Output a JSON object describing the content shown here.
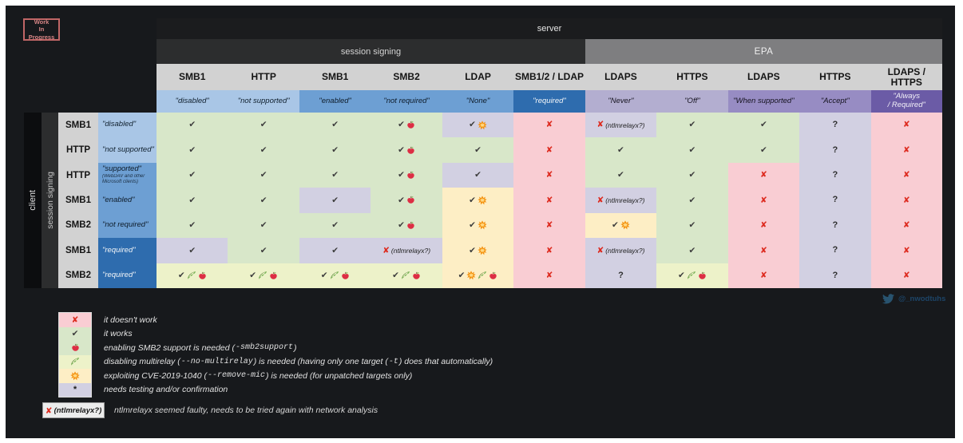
{
  "wip": {
    "label": "Work\nIn\nProgress"
  },
  "table": {
    "server_label": "server",
    "session_signing_label": "session signing",
    "epa_label": "EPA",
    "client_label": "client",
    "client_signing_label": "session signing",
    "columns": [
      {
        "protocol": "SMB1",
        "setting": "\"disabled\"",
        "tone": "blue-light"
      },
      {
        "protocol": "HTTP",
        "setting": "\"not supported\"",
        "tone": "blue-light"
      },
      {
        "protocol": "SMB1",
        "setting": "\"enabled\"",
        "tone": "blue-mid"
      },
      {
        "protocol": "SMB2",
        "setting": "\"not required\"",
        "tone": "blue-mid"
      },
      {
        "protocol": "LDAP",
        "setting": "\"None\"",
        "tone": "blue-mid"
      },
      {
        "protocol": "SMB1/2 / LDAP",
        "setting": "\"required\"",
        "tone": "blue-dark"
      },
      {
        "protocol": "LDAPS",
        "setting": "\"Never\"",
        "tone": "purple-light"
      },
      {
        "protocol": "HTTPS",
        "setting": "\"Off\"",
        "tone": "purple-light"
      },
      {
        "protocol": "LDAPS",
        "setting": "\"When supported\"",
        "tone": "purple-mid"
      },
      {
        "protocol": "HTTPS",
        "setting": "\"Accept\"",
        "tone": "purple-mid"
      },
      {
        "protocol": "LDAPS / HTTPS",
        "setting": "\"Always\n/ Required\"",
        "tone": "purple-dark"
      }
    ],
    "rows": [
      {
        "protocol": "SMB1",
        "setting": "\"disabled\"",
        "tone": "blue-light",
        "cells": [
          {
            "bg": "green",
            "sym": [
              "check"
            ]
          },
          {
            "bg": "green",
            "sym": [
              "check"
            ]
          },
          {
            "bg": "green",
            "sym": [
              "check"
            ]
          },
          {
            "bg": "green",
            "sym": [
              "check",
              "apple"
            ]
          },
          {
            "bg": "lavender",
            "sym": [
              "check",
              "boom"
            ]
          },
          {
            "bg": "pink",
            "sym": [
              "cross"
            ]
          },
          {
            "bg": "lavender",
            "sym": [
              "cross"
            ],
            "label": "(ntlmrelayx?)"
          },
          {
            "bg": "green",
            "sym": [
              "check"
            ]
          },
          {
            "bg": "green",
            "sym": [
              "check"
            ]
          },
          {
            "bg": "lavender",
            "sym": [
              "question"
            ]
          },
          {
            "bg": "pink",
            "sym": [
              "cross"
            ]
          }
        ]
      },
      {
        "protocol": "HTTP",
        "setting": "\"not supported\"",
        "tone": "blue-light",
        "cells": [
          {
            "bg": "green",
            "sym": [
              "check"
            ]
          },
          {
            "bg": "green",
            "sym": [
              "check"
            ]
          },
          {
            "bg": "green",
            "sym": [
              "check"
            ]
          },
          {
            "bg": "green",
            "sym": [
              "check",
              "apple"
            ]
          },
          {
            "bg": "green",
            "sym": [
              "check"
            ]
          },
          {
            "bg": "pink",
            "sym": [
              "cross"
            ]
          },
          {
            "bg": "green",
            "sym": [
              "check"
            ]
          },
          {
            "bg": "green",
            "sym": [
              "check"
            ]
          },
          {
            "bg": "green",
            "sym": [
              "check"
            ]
          },
          {
            "bg": "lavender",
            "sym": [
              "question"
            ]
          },
          {
            "bg": "pink",
            "sym": [
              "cross"
            ]
          }
        ]
      },
      {
        "protocol": "HTTP",
        "setting": "\"supported\"",
        "note": "(WebDAV and other\nMicrosoft clients)",
        "tone": "blue-mid",
        "cells": [
          {
            "bg": "green",
            "sym": [
              "check"
            ]
          },
          {
            "bg": "green",
            "sym": [
              "check"
            ]
          },
          {
            "bg": "green",
            "sym": [
              "check"
            ]
          },
          {
            "bg": "green",
            "sym": [
              "check",
              "apple"
            ]
          },
          {
            "bg": "lavender",
            "sym": [
              "check"
            ]
          },
          {
            "bg": "pink",
            "sym": [
              "cross"
            ]
          },
          {
            "bg": "green",
            "sym": [
              "check"
            ]
          },
          {
            "bg": "green",
            "sym": [
              "check"
            ]
          },
          {
            "bg": "pink",
            "sym": [
              "cross"
            ]
          },
          {
            "bg": "lavender",
            "sym": [
              "question"
            ]
          },
          {
            "bg": "pink",
            "sym": [
              "cross"
            ]
          }
        ]
      },
      {
        "protocol": "SMB1",
        "setting": "\"enabled\"",
        "tone": "blue-mid",
        "cells": [
          {
            "bg": "green",
            "sym": [
              "check"
            ]
          },
          {
            "bg": "green",
            "sym": [
              "check"
            ]
          },
          {
            "bg": "lavender",
            "sym": [
              "check"
            ]
          },
          {
            "bg": "green",
            "sym": [
              "check",
              "apple"
            ]
          },
          {
            "bg": "yellow",
            "sym": [
              "check",
              "boom"
            ]
          },
          {
            "bg": "pink",
            "sym": [
              "cross"
            ]
          },
          {
            "bg": "lavender",
            "sym": [
              "cross"
            ],
            "label": "(ntlmrelayx?)"
          },
          {
            "bg": "green",
            "sym": [
              "check"
            ]
          },
          {
            "bg": "pink",
            "sym": [
              "cross"
            ]
          },
          {
            "bg": "lavender",
            "sym": [
              "question"
            ]
          },
          {
            "bg": "pink",
            "sym": [
              "cross"
            ]
          }
        ]
      },
      {
        "protocol": "SMB2",
        "setting": "\"not required\"",
        "tone": "blue-mid",
        "cells": [
          {
            "bg": "green",
            "sym": [
              "check"
            ]
          },
          {
            "bg": "green",
            "sym": [
              "check"
            ]
          },
          {
            "bg": "green",
            "sym": [
              "check"
            ]
          },
          {
            "bg": "green",
            "sym": [
              "check",
              "apple"
            ]
          },
          {
            "bg": "yellow",
            "sym": [
              "check",
              "boom"
            ]
          },
          {
            "bg": "pink",
            "sym": [
              "cross"
            ]
          },
          {
            "bg": "yellow",
            "sym": [
              "check",
              "boom"
            ]
          },
          {
            "bg": "green",
            "sym": [
              "check"
            ]
          },
          {
            "bg": "pink",
            "sym": [
              "cross"
            ]
          },
          {
            "bg": "lavender",
            "sym": [
              "question"
            ]
          },
          {
            "bg": "pink",
            "sym": [
              "cross"
            ]
          }
        ]
      },
      {
        "protocol": "SMB1",
        "setting": "\"required\"",
        "tone": "blue-dark",
        "cells": [
          {
            "bg": "lavender",
            "sym": [
              "check"
            ]
          },
          {
            "bg": "green",
            "sym": [
              "check"
            ]
          },
          {
            "bg": "lavender",
            "sym": [
              "check"
            ]
          },
          {
            "bg": "lavender",
            "sym": [
              "cross"
            ],
            "label": "(ntlmrelayx?)"
          },
          {
            "bg": "yellow",
            "sym": [
              "check",
              "boom"
            ]
          },
          {
            "bg": "pink",
            "sym": [
              "cross"
            ]
          },
          {
            "bg": "lavender",
            "sym": [
              "cross"
            ],
            "label": "(ntlmrelayx?)"
          },
          {
            "bg": "green",
            "sym": [
              "check"
            ]
          },
          {
            "bg": "pink",
            "sym": [
              "cross"
            ]
          },
          {
            "bg": "lavender",
            "sym": [
              "question"
            ]
          },
          {
            "bg": "pink",
            "sym": [
              "cross"
            ]
          }
        ]
      },
      {
        "protocol": "SMB2",
        "setting": "\"required\"",
        "tone": "blue-dark",
        "cells": [
          {
            "bg": "lime",
            "sym": [
              "check",
              "leaf",
              "apple"
            ]
          },
          {
            "bg": "lime",
            "sym": [
              "check",
              "leaf",
              "apple"
            ]
          },
          {
            "bg": "lime",
            "sym": [
              "check",
              "leaf",
              "apple"
            ]
          },
          {
            "bg": "lime",
            "sym": [
              "check",
              "leaf",
              "apple"
            ]
          },
          {
            "bg": "yellow",
            "sym": [
              "check",
              "boom",
              "leaf",
              "apple"
            ]
          },
          {
            "bg": "pink",
            "sym": [
              "cross"
            ]
          },
          {
            "bg": "lavender",
            "sym": [
              "question"
            ]
          },
          {
            "bg": "lime",
            "sym": [
              "check",
              "leaf",
              "apple"
            ]
          },
          {
            "bg": "pink",
            "sym": [
              "cross"
            ]
          },
          {
            "bg": "lavender",
            "sym": [
              "question"
            ]
          },
          {
            "bg": "pink",
            "sym": [
              "cross"
            ]
          }
        ]
      }
    ]
  },
  "legend": {
    "items": [
      {
        "bg": "pink",
        "symbol": "cross",
        "segments": [
          {
            "t": "it doesn't work"
          }
        ]
      },
      {
        "bg": "green",
        "symbol": "check",
        "segments": [
          {
            "t": "it works"
          }
        ]
      },
      {
        "bg": "green",
        "symbol": "apple",
        "segments": [
          {
            "t": "enabling SMB2 support is needed ("
          },
          {
            "t": "-smb2support",
            "mono": true
          },
          {
            "t": ")"
          }
        ]
      },
      {
        "bg": "lime",
        "symbol": "leaf",
        "segments": [
          {
            "t": "disabling multirelay ("
          },
          {
            "t": "--no-multirelay",
            "mono": true
          },
          {
            "t": ") is needed (having only one target ("
          },
          {
            "t": "-t",
            "mono": true
          },
          {
            "t": ") does that automatically)"
          }
        ]
      },
      {
        "bg": "yellow",
        "symbol": "boom",
        "segments": [
          {
            "t": "exploiting CVE-2019-1040 ("
          },
          {
            "t": "--remove-mic",
            "mono": true
          },
          {
            "t": ") is needed (for unpatched targets only)"
          }
        ]
      },
      {
        "bg": "lavender",
        "symbol": "asterisk",
        "segments": [
          {
            "t": "needs testing and/or confirmation"
          }
        ]
      }
    ]
  },
  "footnote": {
    "symbol": "cross",
    "label": "(ntlmrelayx?)",
    "text": "ntlmrelayx seemed faulty, needs to be tried again with network analysis"
  },
  "twitter": {
    "handle": "@_nwodtuhs"
  }
}
